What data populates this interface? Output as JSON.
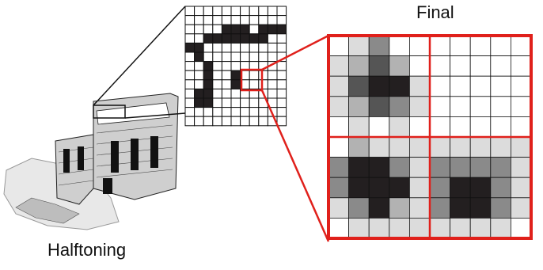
{
  "labels": {
    "final": "Final",
    "halftoning": "Halftoning"
  },
  "colors": {
    "accent_red": "#e0201b",
    "grid_line": "#111111",
    "black_cell": "#231f20",
    "shade_levels": [
      "#ffffff",
      "#dcdcdc",
      "#b2b2b2",
      "#8a8a8a",
      "#555555",
      "#231f20"
    ]
  },
  "halftone_grid": {
    "rows": 13,
    "cols": 11,
    "rle_rows": [
      "0:11",
      "0:11",
      "0:4,1:3,0:1,1:3",
      "0:2,1:7,0:2",
      "1:2,0:9",
      "0:1,1:1,0:9",
      "0:2,1:1,0:8",
      "0:2,1:1,0:2,1:1,0:5",
      "0:2,1:1,0:2,1:1,0:5",
      "0:1,1:2,0:8",
      "0:1,1:2,0:8",
      "0:11",
      "0:11"
    ]
  },
  "final_grid": {
    "rows": 10,
    "cols": 10,
    "quadrant_split": 5,
    "shade_rows": [
      "0,1,3,0,0,0,0,0,0,0",
      "1,2,4,2,0,0,0,0,0,0",
      "1,4,5,5,1,0,0,0,0,0",
      "1,2,4,3,1,0,0,0,0,0",
      "0,1,0,1,0,0,0,0,0,0",
      "0,2,1,1,1,1,1,1,1,1",
      "3,5,5,3,1,3,3,3,3,1",
      "3,5,5,5,1,3,5,5,3,1",
      "1,3,5,2,1,3,5,5,3,1",
      "0,1,1,1,1,1,1,1,1,0"
    ]
  }
}
